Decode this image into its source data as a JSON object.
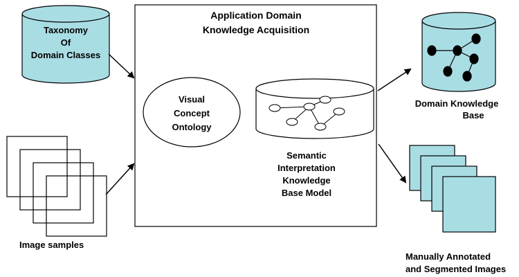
{
  "main_box": {
    "title_lines": [
      "Application Domain",
      "Knowledge Acquisition"
    ]
  },
  "taxonomy": {
    "label_lines": [
      "Taxonomy",
      "Of",
      "Domain Classes"
    ]
  },
  "image_samples": {
    "label": "Image samples"
  },
  "ontology": {
    "label_lines": [
      "Visual",
      "Concept",
      "Ontology"
    ]
  },
  "semantic_model": {
    "label_lines": [
      "Semantic",
      "Interpretation",
      "Knowledge",
      "Base Model"
    ]
  },
  "domain_kb": {
    "label_lines": [
      "Domain Knowledge",
      "Base"
    ]
  },
  "annotated_images": {
    "label_lines": [
      "Manually Annotated",
      "and Segmented Images"
    ]
  },
  "colors": {
    "cylinder_fill": "#a9dde4",
    "image_stack_fill": "#a9dde4",
    "outline": "#000000"
  }
}
